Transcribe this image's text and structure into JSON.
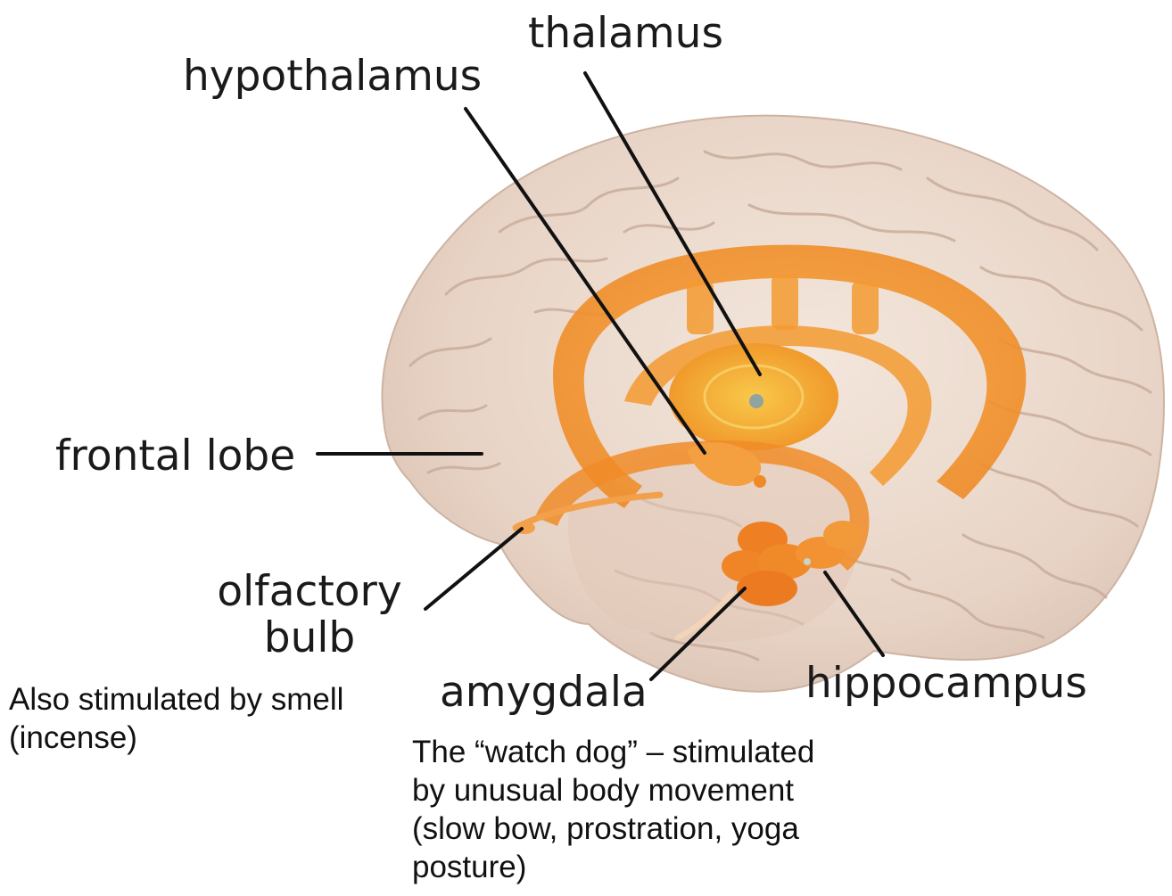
{
  "labels": {
    "thalamus": "thalamus",
    "hypothalamus": "hypothalamus",
    "frontal_lobe": "frontal lobe",
    "olfactory_bulb_line1": "olfactory",
    "olfactory_bulb_line2": "bulb",
    "amygdala": "amygdala",
    "hippocampus": "hippocampus"
  },
  "notes": {
    "olfactory_note_line1": "Also stimulated by smell",
    "olfactory_note_line2": "(incense)",
    "amygdala_note_line1": "The “watch dog” – stimulated",
    "amygdala_note_line2": "by unusual body movement",
    "amygdala_note_line3": "(slow bow, prostration, yoga",
    "amygdala_note_line4": "posture)"
  },
  "colors": {
    "brain": "#ead8cb",
    "limbic": "#f3902b",
    "leader_line": "#111111"
  }
}
